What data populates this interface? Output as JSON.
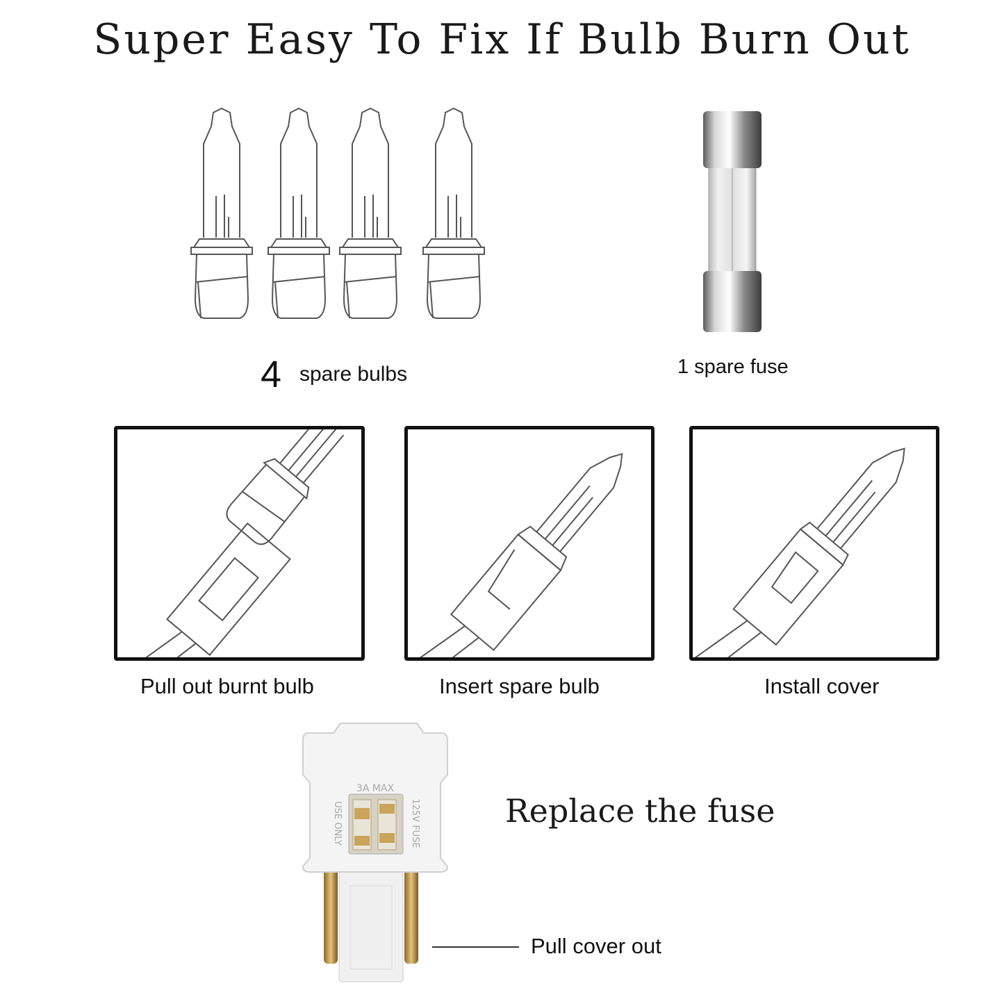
{
  "title": "Super Easy To Fix If Bulb Burn Out",
  "spares": {
    "bulbs_count": "4",
    "bulbs_label": "spare bulbs",
    "fuse_label": "1 spare fuse"
  },
  "steps": [
    {
      "caption": "Pull out burnt bulb"
    },
    {
      "caption": "Insert spare bulb"
    },
    {
      "caption": "Install cover"
    }
  ],
  "plug": {
    "markings": [
      "3A MAX",
      "USE ONLY",
      "125V FUSE"
    ],
    "heading": "Replace the fuse",
    "callout": "Pull cover out"
  }
}
